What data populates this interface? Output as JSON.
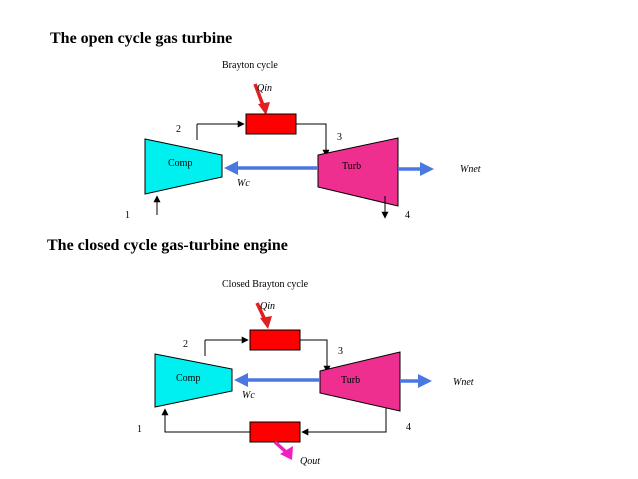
{
  "open_cycle": {
    "heading": "The open cycle gas turbine",
    "caption": "Brayton cycle",
    "q_in": "Qin",
    "compressor": "Comp",
    "turbine": "Turb",
    "work_compressor": "Wc",
    "work_net": "Wnet",
    "state_1": "1",
    "state_2": "2",
    "state_3": "3",
    "state_4": "4"
  },
  "closed_cycle": {
    "heading": "The closed cycle gas-turbine engine",
    "caption": "Closed Brayton cycle",
    "q_in": "Qin",
    "q_out": "Qout",
    "compressor": "Comp",
    "turbine": "Turb",
    "work_compressor": "Wc",
    "work_net": "Wnet",
    "state_1": "1",
    "state_2": "2",
    "state_3": "3",
    "state_4": "4"
  },
  "colors": {
    "compressor_fill": "#00f0f0",
    "turbine_fill": "#ef2f8f",
    "heat_exchanger_fill": "#ff0000",
    "work_arrow": "#4a78e0",
    "heat_in_arrow": "#e02020",
    "heat_out_arrow": "#f020c0"
  }
}
